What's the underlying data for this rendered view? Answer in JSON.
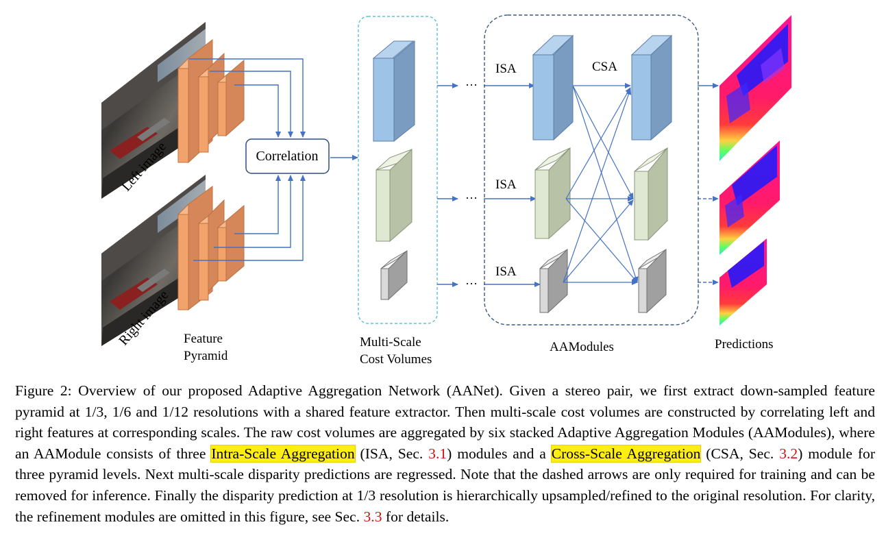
{
  "diagram": {
    "left_image_label": "Left image",
    "right_image_label": "Right image",
    "correlation_label": "Correlation",
    "feature_pyramid_label": [
      "Feature",
      "Pyramid"
    ],
    "cost_volumes_label": [
      "Multi-Scale",
      "Cost Volumes"
    ],
    "aamodules_label": "AAModules",
    "predictions_label": "Predictions",
    "isa_label": "ISA",
    "csa_label": "CSA",
    "ellipsis": "···",
    "colors": {
      "feature_orange": "#f2a36c",
      "feature_orange_dark": "#d5875a",
      "arrow_blue": "#4472c4",
      "cost_blue": "#9dc3e6",
      "cost_blue_side": "#7a9cc0",
      "cost_green": "#dfe8d2",
      "cost_green_side": "#b7c2a6",
      "cost_gray": "#d9d9d9",
      "cost_gray_side": "#a0a0a0",
      "dashed_box_cyan": "#5bbfd6",
      "dashed_box_navy": "#3a5a80"
    }
  },
  "caption": {
    "p1": "Figure 2: Overview of our proposed Adaptive Aggregation Network (AANet). Given a stereo pair, we first extract down-sampled feature pyramid at ",
    "m1": "1/3, 1/6",
    "p2": " and ",
    "m2": "1/12",
    "p3": " resolutions with a shared feature extractor. Then multi-scale cost volumes are constructed by correlating left and right features at corresponding scales. The raw cost volumes are aggregated by six stacked Adaptive Aggregation Modules (AAModules), where an AAModule consists of three ",
    "hl1": "Intra-Scale Aggregation",
    "p4": " (ISA, Sec. ",
    "ref1": "3.1",
    "p5": ") modules and a ",
    "hl2": "Cross-Scale Aggregation",
    "p6": " (CSA, Sec. ",
    "ref2": "3.2",
    "p7": ") module for three pyramid levels. Next multi-scale disparity predictions are regressed. Note that the dashed arrows are only required for training and can be removed for inference. Finally the disparity prediction at ",
    "m3": "1/3",
    "p8": " resolution is hierarchically upsampled/refined to the original resolution. For clarity, the refinement modules are omitted in this figure, see Sec. ",
    "ref3": "3.3",
    "p9": " for details."
  }
}
